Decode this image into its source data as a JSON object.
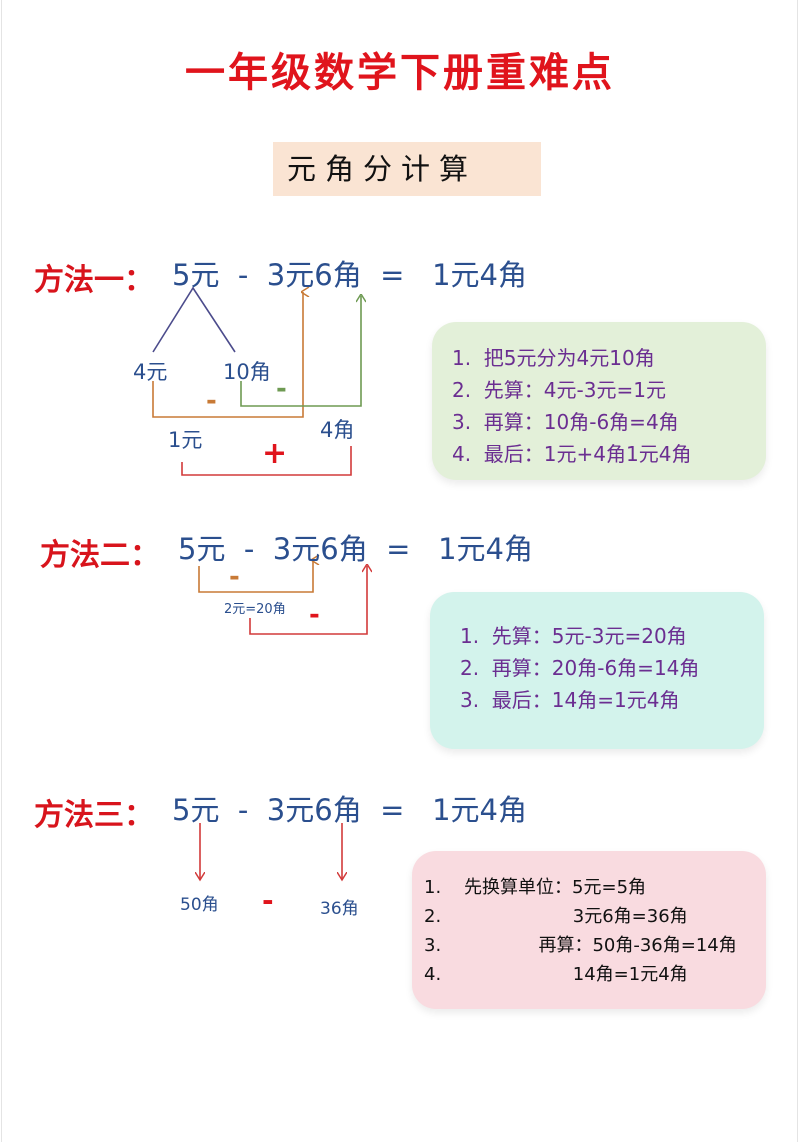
{
  "title": "一年级数学下册重难点",
  "subtitle": "元角分计算",
  "colors": {
    "title_red": "#e0141c",
    "equation_blue": "#2b4f8e",
    "step_purple": "#6b2e91",
    "orange": "#c87a36",
    "green": "#6e9a52",
    "red": "#d23a3a",
    "box1_bg": "#e3f0d9",
    "box2_bg": "#d3f3ec",
    "box3_bg": "#f9dbe0",
    "subtitle_bg": "#fae4d3"
  },
  "methods": [
    {
      "label": "方法一：",
      "equation": "5元  -  3元6角  =   1元4角",
      "diagram": {
        "split_left": "4元",
        "split_right": "10角",
        "result_left": "1元",
        "result_right": "4角",
        "minus1": "-",
        "minus2": "-",
        "plus": "+"
      },
      "steps": [
        "1.  把5元分为4元10角",
        "2.  先算：4元-3元=1元",
        "3.  再算：10角-6角=4角",
        "4.  最后：1元+4角1元4角"
      ]
    },
    {
      "label": "方法二：",
      "equation": "5元  -  3元6角  =   1元4角",
      "diagram": {
        "intermediate": "2元=20角",
        "minus1": "-",
        "minus2": "-"
      },
      "steps": [
        "1.  先算：5元-3元=20角",
        "2.  再算：20角-6角=14角",
        "3.  最后：14角=1元4角"
      ]
    },
    {
      "label": "方法三：",
      "equation": "5元  -  3元6角  =   1元4角",
      "diagram": {
        "left": "50角",
        "right": "36角",
        "minus": "-"
      },
      "steps": [
        "1.    先换算单位：5元=5角",
        "2.                       3元6角=36角",
        "3.                 再算：50角-36角=14角",
        "4.                       14角=1元4角"
      ]
    }
  ]
}
